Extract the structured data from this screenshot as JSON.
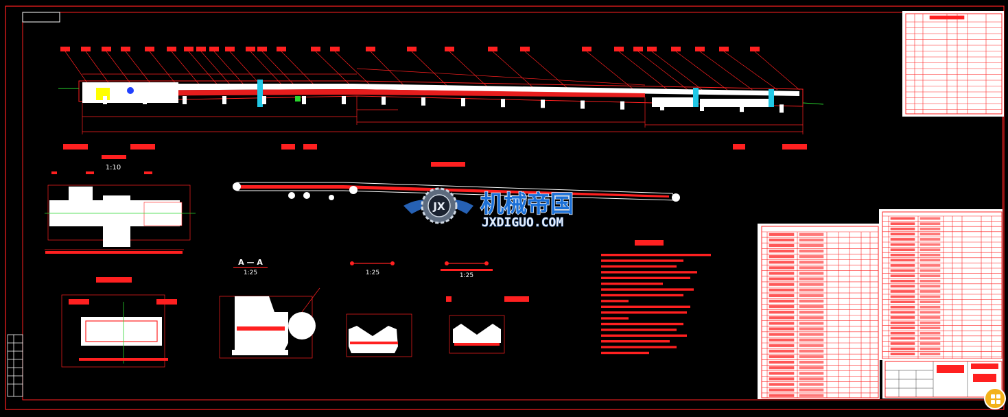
{
  "colors": {
    "background": "#000000",
    "line": "#ff2020",
    "fill": "#ffffff",
    "cyan": "#21c8e6",
    "green": "#29d62e",
    "watermark_blue": "#1a6fd6",
    "fab": "#f3b21a"
  },
  "scales": {
    "view_1": "1:10",
    "section_aa_title": "A — A",
    "section_aa": "1:25",
    "section_2": "1:25",
    "section_3": "1:25"
  },
  "watermark": {
    "chinese": "机械帝国",
    "english": "JXDIGUO.COM",
    "emblem_letters": "JX"
  },
  "icons": {
    "fab": "grid-menu-icon",
    "emblem": "gear-wings-emblem-icon"
  }
}
